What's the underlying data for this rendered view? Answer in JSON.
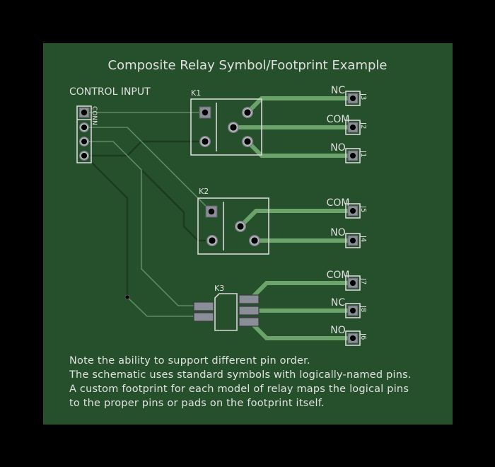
{
  "board": {
    "title": "Composite Relay Symbol/Footprint Example",
    "colors": {
      "substrate": "#264f2b",
      "background": "#000000",
      "silkscreen": "#d8d8d8",
      "front_trace": "#6fa86f",
      "back_trace": "#1c3a20",
      "thin_trace": "#5e8a62",
      "pad": "#8a8e96"
    }
  },
  "connector": {
    "label": "CONTROL INPUT",
    "ref": "CONN",
    "pins": [
      "1",
      "2",
      "3",
      "4"
    ]
  },
  "relays": [
    {
      "ref": "K1",
      "outputs": [
        {
          "label": "NC",
          "jack": "J3"
        },
        {
          "label": "COM",
          "jack": "J2"
        },
        {
          "label": "NO",
          "jack": "J1"
        }
      ]
    },
    {
      "ref": "K2",
      "outputs": [
        {
          "label": "COM",
          "jack": "J5"
        },
        {
          "label": "NO",
          "jack": "J4"
        }
      ]
    },
    {
      "ref": "K3",
      "outputs": [
        {
          "label": "COM",
          "jack": "J7"
        },
        {
          "label": "NC",
          "jack": "J8"
        },
        {
          "label": "NO",
          "jack": "J6"
        }
      ]
    }
  ],
  "note": {
    "lines": [
      "Note the ability to support different pin order.",
      "The schematic uses standard symbols with logically-named pins.",
      "A custom footprint for each model of relay maps the logical pins",
      "to the proper pins or pads on the footprint itself."
    ]
  }
}
